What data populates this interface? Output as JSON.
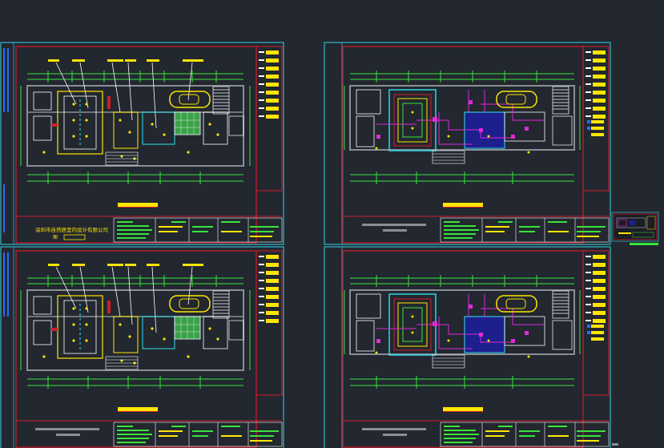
{
  "viewport": {
    "background_color": "#222730",
    "sheet_border_color": "#2fb7c6",
    "drawing_frame_color": "#d21c2c",
    "colors": {
      "wall": "#8a8f96",
      "dimension": "#39e43a",
      "room_line": "#ffffff",
      "yellow": "#ffe600",
      "cyan": "#2fe3f0",
      "magenta": "#e02ad8",
      "blue_fill": "#1d1f8c"
    }
  },
  "sheets": [
    {
      "company_name": "深圳市自然居室内设计有限公司",
      "drawing_no_prefix": "图",
      "title_bar": "yellow",
      "layout": "ceiling-plan"
    },
    {
      "company_name": "",
      "title_bar": "yellow",
      "layout": "electrical-plan"
    },
    {
      "company_name": "",
      "title_bar": "yellow",
      "layout": "ceiling-plan"
    },
    {
      "company_name": "",
      "title_bar": "yellow",
      "layout": "electrical-plan"
    }
  ],
  "icons": {
    "car": "car-icon",
    "stair": "stair-icon"
  }
}
